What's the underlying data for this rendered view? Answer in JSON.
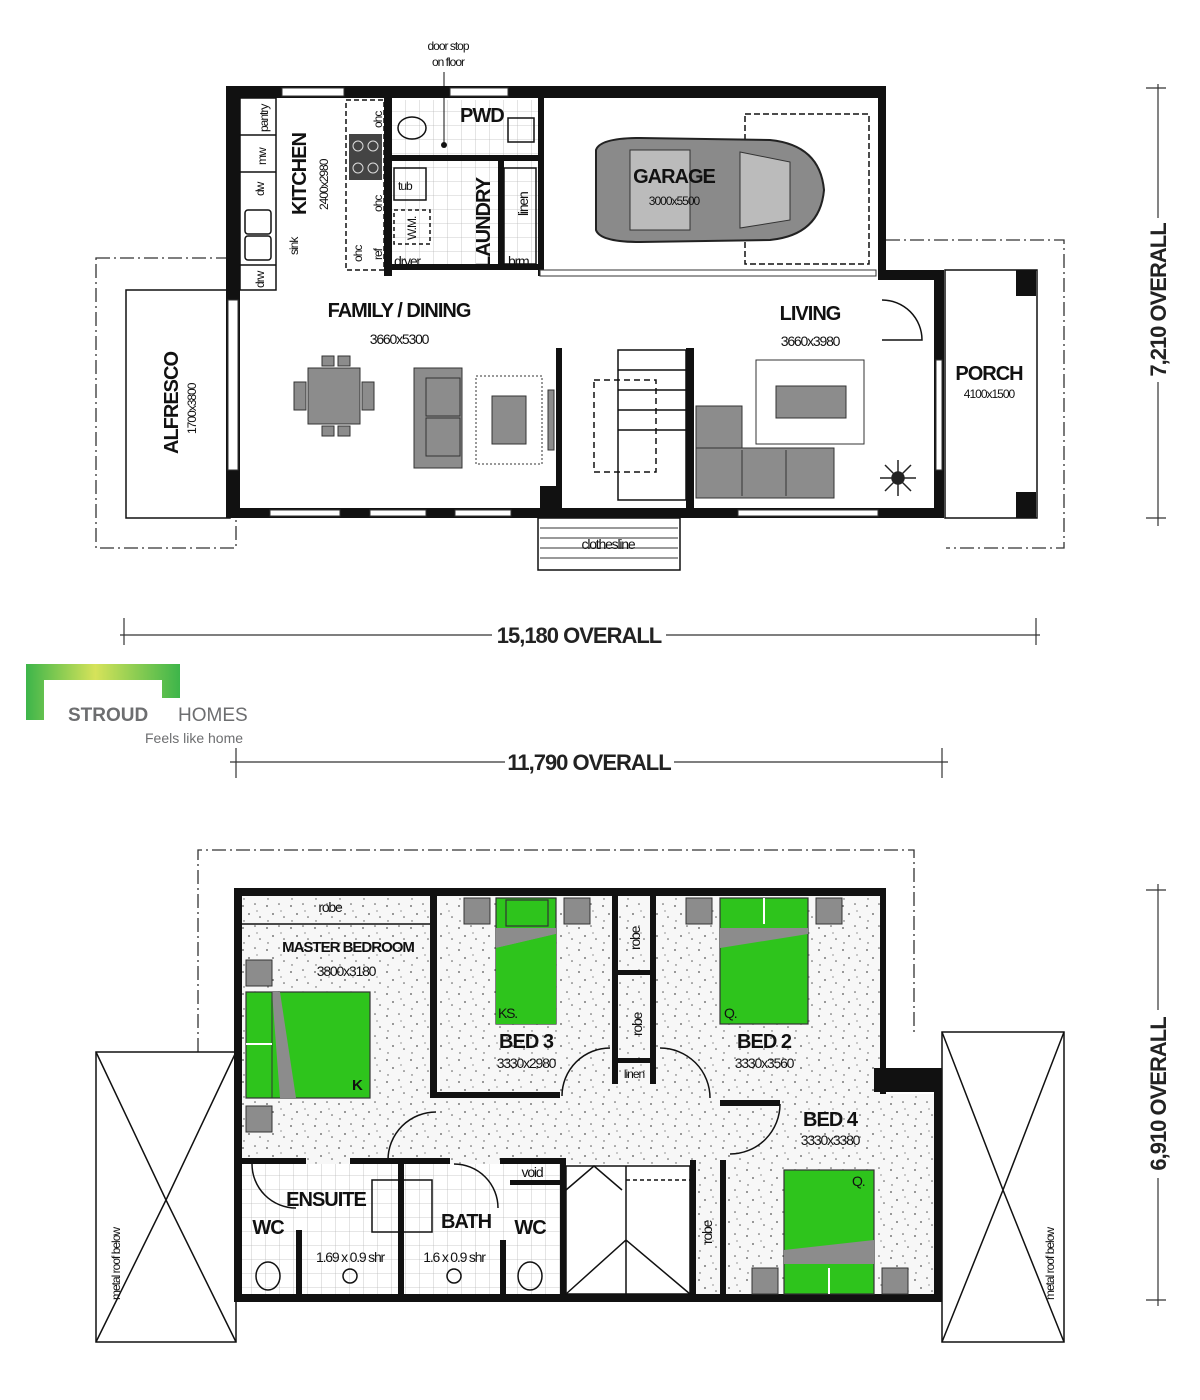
{
  "brand": {
    "name_bold": "STROUD",
    "name_light": "HOMES",
    "tagline": "Feels like home",
    "colors": {
      "green": "#3db54a",
      "yellow": "#d6e35a",
      "grey": "#6d6e70"
    }
  },
  "ground_floor": {
    "rooms": {
      "kitchen": {
        "name": "KITCHEN",
        "size": "2400x2980"
      },
      "pwd": {
        "name": "PWD"
      },
      "laundry": {
        "name": "LAUNDRY"
      },
      "garage": {
        "name": "GARAGE",
        "size": "3000x5500"
      },
      "family_dining": {
        "name": "FAMILY / DINING",
        "size": "3660x5300"
      },
      "living": {
        "name": "LIVING",
        "size": "3660x3980"
      },
      "alfresco": {
        "name": "ALFRESCO",
        "size": "1700x3800"
      },
      "porch": {
        "name": "PORCH",
        "size": "4100x1500"
      }
    },
    "fixtures": {
      "pantry": "pantry",
      "mw": "mw",
      "dw": "dw",
      "sink": "sink",
      "drw": "drw",
      "ohc1": "ohc",
      "ohc2": "ohc",
      "ohc3": "ohc",
      "ref": "ref",
      "tub": "tub",
      "wm": "W.M.",
      "dryer": "dryer",
      "linen": "linen",
      "brm": "brm",
      "clothesline": "clothesline"
    },
    "note": {
      "line1": "door stop",
      "line2": "on floor"
    },
    "dimensions": {
      "width": "15,180 OVERALL",
      "depth": "7,210 OVERALL"
    }
  },
  "upper_floor": {
    "rooms": {
      "master": {
        "name": "MASTER BEDROOM",
        "size": "3800x3180",
        "bed": "K"
      },
      "bed3": {
        "name": "BED 3",
        "size": "3330x2980",
        "bed": "KS."
      },
      "bed2": {
        "name": "BED 2",
        "size": "3330x3560",
        "bed": "Q."
      },
      "bed4": {
        "name": "BED 4",
        "size": "3330x3380",
        "bed": "Q."
      },
      "ensuite": {
        "name": "ENSUITE"
      },
      "bath": {
        "name": "BATH"
      },
      "wc1": {
        "name": "WC"
      },
      "wc2": {
        "name": "WC"
      }
    },
    "fixtures": {
      "robe_master": "robe",
      "robe_a": "robe",
      "robe_b": "robe",
      "robe_c": "robe",
      "linen": "linen",
      "void": "void",
      "shower1": "1.69 x 0.9 shr",
      "shower2": "1.6 x 0.9 shr",
      "roof_left": "metal roof below",
      "roof_right": "metal roof below"
    },
    "dimensions": {
      "width": "11,790 OVERALL",
      "depth": "6,910 OVERALL"
    }
  }
}
